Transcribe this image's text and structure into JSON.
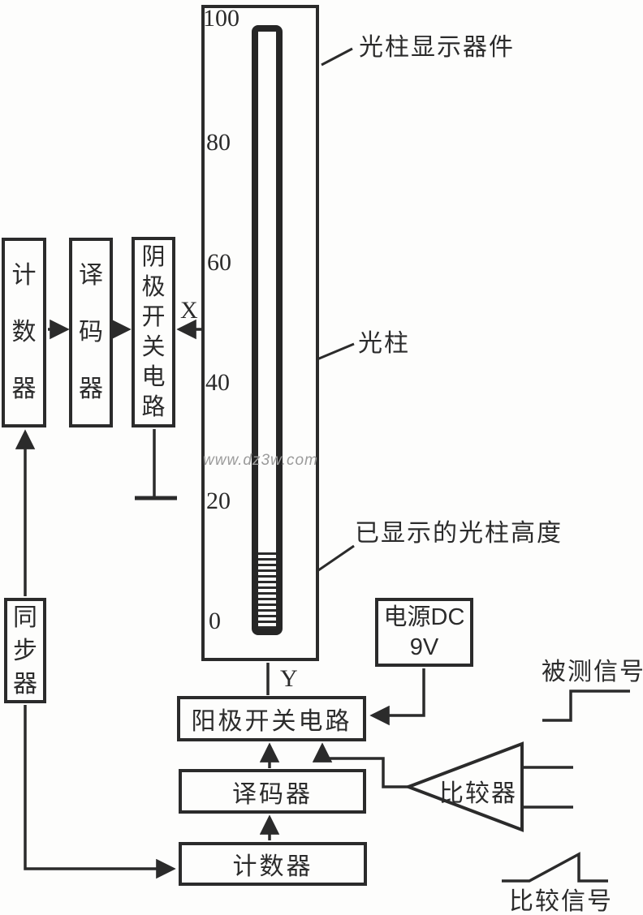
{
  "colors": {
    "ink": "#2b2b2b",
    "watermark_grey": "#9b9b9b",
    "background": "#fdfdfc"
  },
  "watermark": "www.dz3w.com",
  "display": {
    "device_label": "光柱显示器件",
    "column_label": "光柱",
    "lit_height_label": "已显示的光柱高度",
    "x_terminal": "X",
    "y_terminal": "Y",
    "scale_ticks": [
      "100",
      "80",
      "60",
      "40",
      "20",
      "0"
    ]
  },
  "blocks": {
    "counter_x": "计数器",
    "decoder_x": "译码器",
    "cathode_switch": "阴极开关电路",
    "synchronizer": "同步器",
    "anode_switch": "阳极开关电路",
    "decoder_y": "译码器",
    "counter_y": "计数器",
    "power_line1": "电源DC",
    "power_line2": "9V",
    "comparator": "比较器"
  },
  "signals": {
    "measured": "被测信号",
    "compare": "比较信号"
  }
}
